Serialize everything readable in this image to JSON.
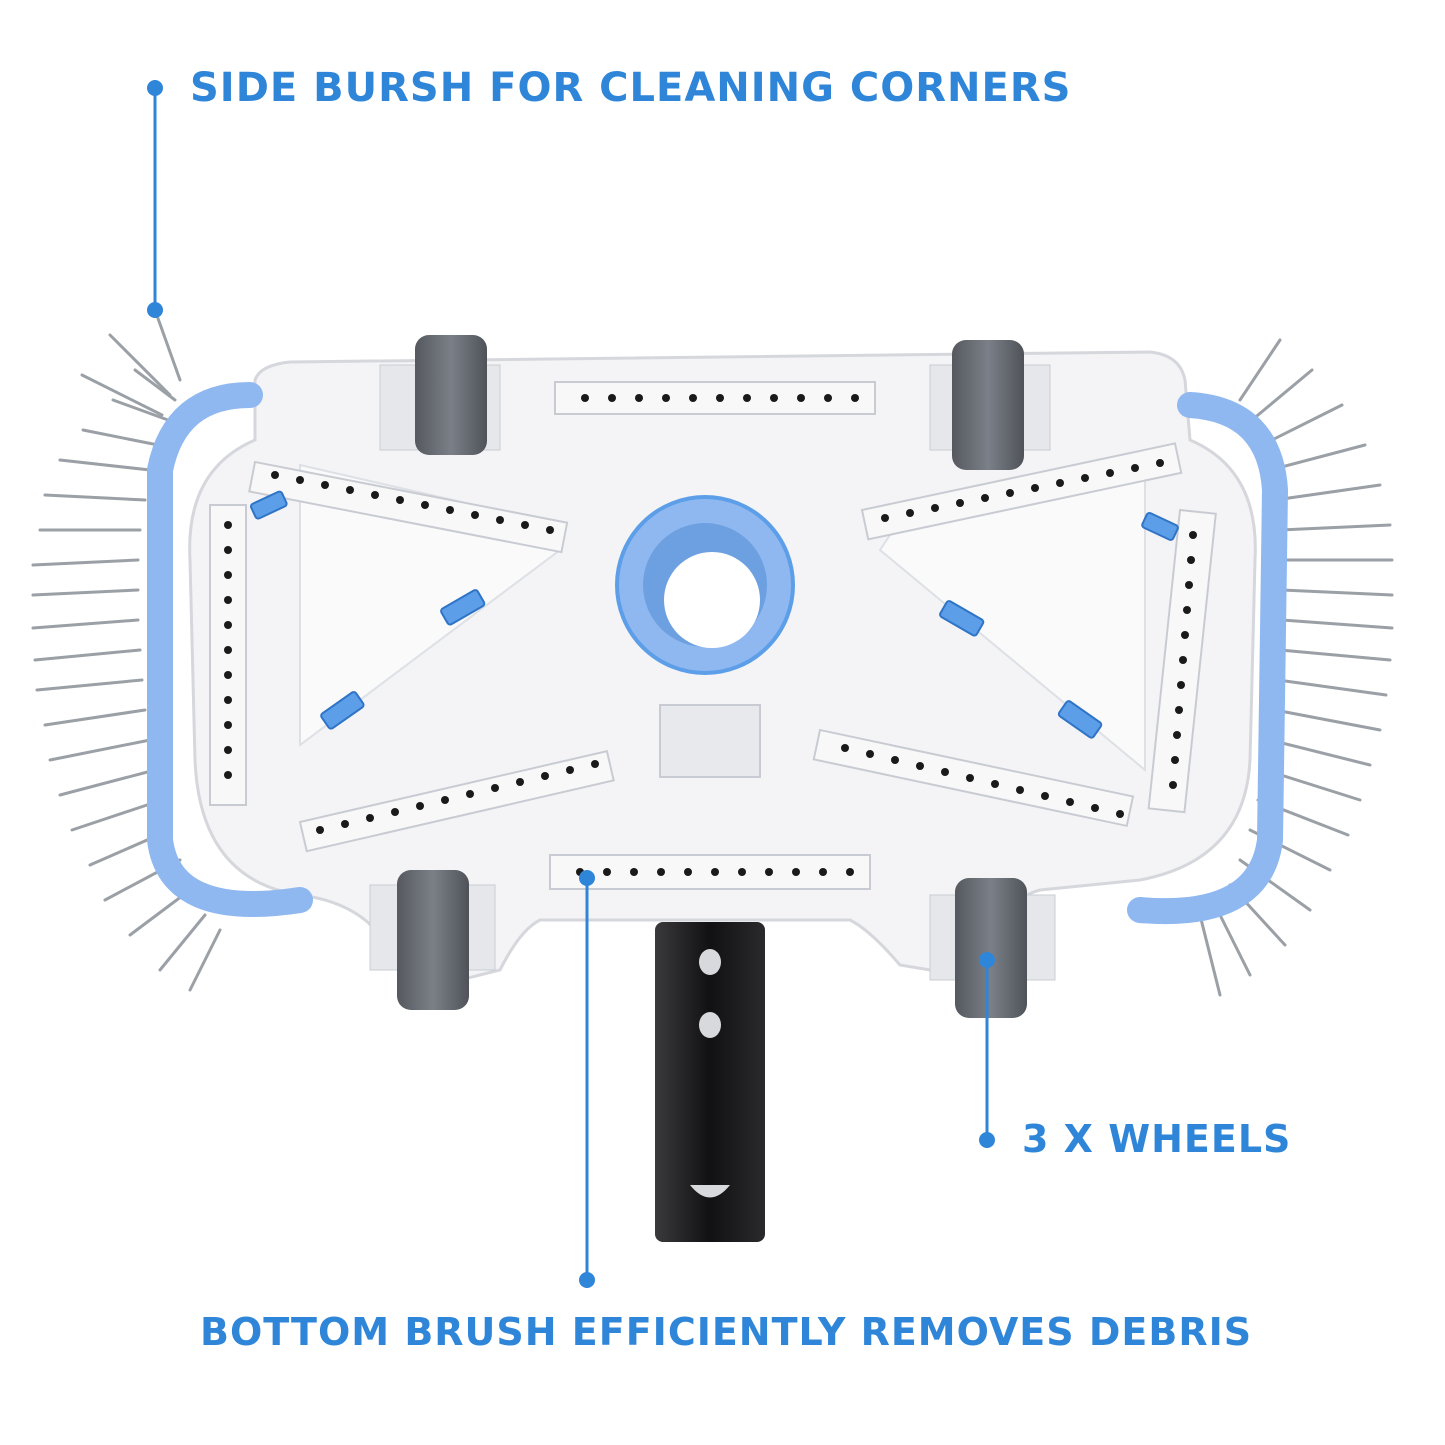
{
  "callouts": {
    "side_brush": "SIDE BURSH FOR CLEANING CORNERS",
    "wheels": "3 X WHEELS",
    "bottom_brush": "BOTTOM BRUSH EFFICIENTLY REMOVES DEBRIS"
  },
  "colors": {
    "accent_blue": "#2f86d8",
    "bumper_blue": "#8fb8f0",
    "body_white": "#f4f4f6",
    "wheel_gray": "#6a6f77",
    "bristle_gray": "#9aa0a6",
    "handle_black": "#1b1b1d"
  },
  "icons": [
    "callout-dot-icon",
    "wheel-icon",
    "brush-strip-icon",
    "suction-port-icon"
  ]
}
